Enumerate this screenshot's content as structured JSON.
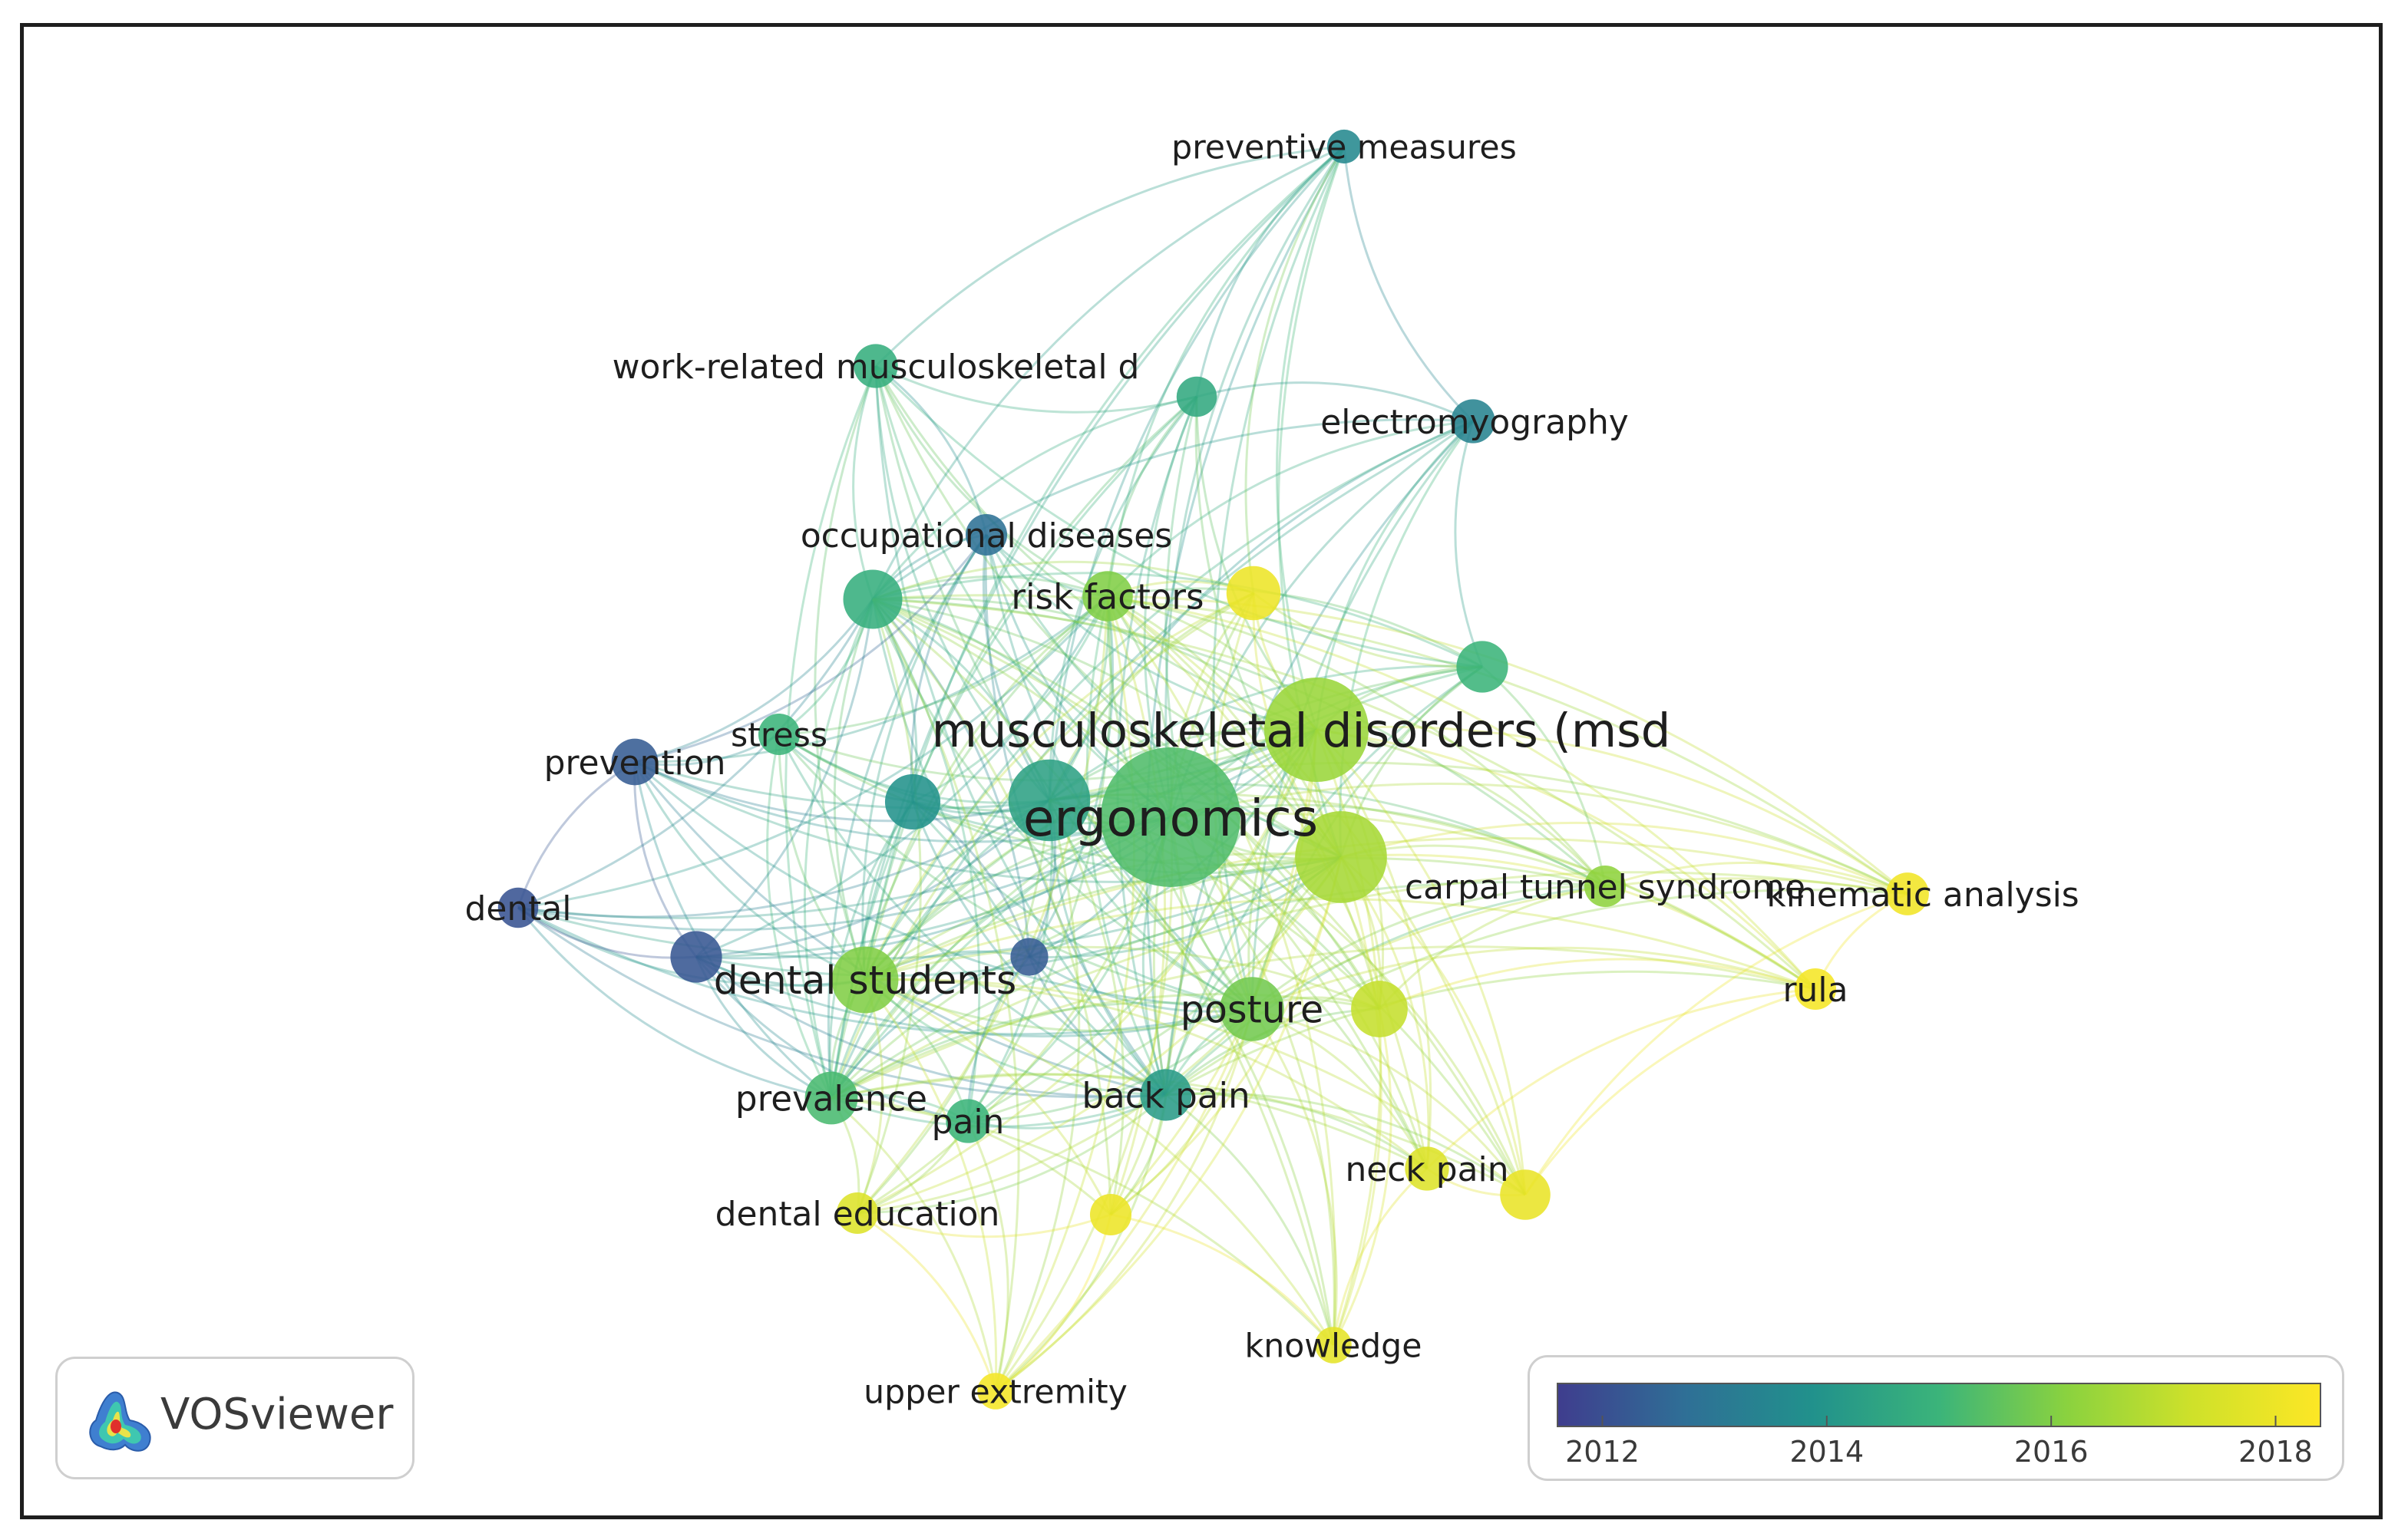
{
  "legend": {
    "ticks": [
      "2012",
      "2014",
      "2016",
      "2018"
    ],
    "range": [
      2011.6,
      2018.4
    ],
    "colors": [
      "#3f3d8e",
      "#2f6f96",
      "#21918c",
      "#3bb47a",
      "#8ad23f",
      "#cfe12a",
      "#fde725"
    ]
  },
  "logo": {
    "text": "VOSviewer",
    "icon": "vosviewer-logo-icon"
  },
  "network": {
    "nodes": [
      {
        "id": "ergonomics",
        "label": "ergonomics",
        "weight": 10,
        "year": 2015.3,
        "labelSize": 4
      },
      {
        "id": "msd",
        "label": "musculoskeletal disorders (msd",
        "weight": 7.2,
        "year": 2016.4,
        "labelSize": 3.6
      },
      {
        "id": "green_big",
        "label": "",
        "weight": 6.2,
        "year": 2016.6
      },
      {
        "id": "teal_big",
        "label": "",
        "weight": 5.4,
        "year": 2014.4
      },
      {
        "id": "risk",
        "label": "risk factors",
        "weight": 2.9,
        "year": 2016.0,
        "labelSize": 2.4
      },
      {
        "id": "occ",
        "label": "occupational diseases",
        "weight": 2.2,
        "year": 2012.8,
        "labelSize": 2.3
      },
      {
        "id": "wrmsd",
        "label": "work-related musculoskeletal d",
        "weight": 2.4,
        "year": 2014.8,
        "labelSize": 2.3
      },
      {
        "id": "prevmeas",
        "label": "preventive measures",
        "weight": 1.6,
        "year": 2013.6,
        "labelSize": 2.2
      },
      {
        "id": "top_teal",
        "label": "",
        "weight": 2.1,
        "year": 2014.6
      },
      {
        "id": "emg",
        "label": "electromyography",
        "weight": 2.4,
        "year": 2013.4,
        "labelSize": 2.3
      },
      {
        "id": "yellow_top",
        "label": "",
        "weight": 3.2,
        "year": 2018.0
      },
      {
        "id": "teal_left",
        "label": "",
        "weight": 3.6,
        "year": 2014.8
      },
      {
        "id": "teal_right",
        "label": "",
        "weight": 3.0,
        "year": 2015.0
      },
      {
        "id": "stress",
        "label": "stress",
        "weight": 2.2,
        "year": 2015.0,
        "labelSize": 2.2
      },
      {
        "id": "prevention",
        "label": "prevention",
        "weight": 2.6,
        "year": 2012.3,
        "labelSize": 2.3
      },
      {
        "id": "blue_mid",
        "label": "",
        "weight": 3.3,
        "year": 2013.9
      },
      {
        "id": "dental",
        "label": "dental",
        "weight": 2.1,
        "year": 2012.1,
        "labelSize": 2.3
      },
      {
        "id": "purple_left",
        "label": "",
        "weight": 3.0,
        "year": 2012.2
      },
      {
        "id": "dstudents",
        "label": "dental students",
        "weight": 4.2,
        "year": 2016.0,
        "labelSize": 2.8
      },
      {
        "id": "purple_small",
        "label": "",
        "weight": 1.9,
        "year": 2012.3
      },
      {
        "id": "posture",
        "label": "posture",
        "weight": 4.0,
        "year": 2015.8,
        "labelSize": 2.7
      },
      {
        "id": "lime",
        "label": "",
        "weight": 3.4,
        "year": 2017.1
      },
      {
        "id": "cts",
        "label": "carpal tunnel syndrome",
        "weight": 2.2,
        "year": 2016.2,
        "labelSize": 2.3
      },
      {
        "id": "kin",
        "label": "kinematic analysis",
        "weight": 2.3,
        "year": 2018.1,
        "labelSize": 2.3
      },
      {
        "id": "rula",
        "label": "rula",
        "weight": 2.2,
        "year": 2018.2,
        "labelSize": 2.3
      },
      {
        "id": "prevalence",
        "label": "prevalence",
        "weight": 3.1,
        "year": 2015.2,
        "labelSize": 2.4
      },
      {
        "id": "pain",
        "label": "pain",
        "weight": 2.4,
        "year": 2015.0,
        "labelSize": 2.3
      },
      {
        "id": "backpain",
        "label": "back pain",
        "weight": 3.0,
        "year": 2014.2,
        "labelSize": 2.4
      },
      {
        "id": "neckpain",
        "label": "neck pain",
        "weight": 2.4,
        "year": 2017.6,
        "labelSize": 2.3
      },
      {
        "id": "yellow_right",
        "label": "",
        "weight": 2.9,
        "year": 2017.9
      },
      {
        "id": "yellow_small",
        "label": "",
        "weight": 2.2,
        "year": 2018.0
      },
      {
        "id": "dented",
        "label": "dental education",
        "weight": 2.2,
        "year": 2017.6,
        "labelSize": 2.3
      },
      {
        "id": "knowledge",
        "label": "knowledge",
        "weight": 1.8,
        "year": 2017.8,
        "labelSize": 2.2
      },
      {
        "id": "upperext",
        "label": "upper extremity",
        "weight": 1.8,
        "year": 2018.2,
        "labelSize": 2.2
      }
    ]
  }
}
